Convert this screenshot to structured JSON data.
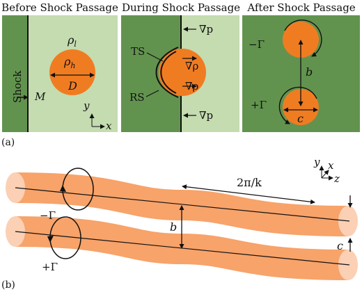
{
  "panel_a": {
    "before": {
      "title": "Before Shock Passage",
      "rho_light": "ρ",
      "rho_light_sub": "l",
      "rho_heavy": "ρ",
      "rho_heavy_sub": "h",
      "diameter": "D",
      "shock": "Shock",
      "mach": "M",
      "axis_y": "y",
      "axis_x": "x"
    },
    "during": {
      "title": "During Shock Passage",
      "grad_p_top": "∇p",
      "grad_p_bottom": "∇p",
      "grad_rho_top": "∇ρ",
      "grad_rho_bottom": "∇ρ",
      "ts": "TS",
      "rs": "RS"
    },
    "after": {
      "title": "After Shock Passage",
      "neg_gamma": "−Γ",
      "pos_gamma": "+Γ",
      "b": "b",
      "c": "c"
    },
    "label": "(a)"
  },
  "panel_b": {
    "label": "(b)",
    "wavelength": "2π/k",
    "neg_gamma": "−Γ",
    "pos_gamma": "+Γ",
    "b": "b",
    "c": "c",
    "axis_y": "y",
    "axis_x": "x",
    "axis_z": "z"
  },
  "colors": {
    "dark_green": "#62934e",
    "light_green": "#c4dcb0",
    "orange": "#f07c22",
    "tube_orange": "#f7a36a",
    "tube_end": "#fbd0b4",
    "line": "#111111"
  }
}
